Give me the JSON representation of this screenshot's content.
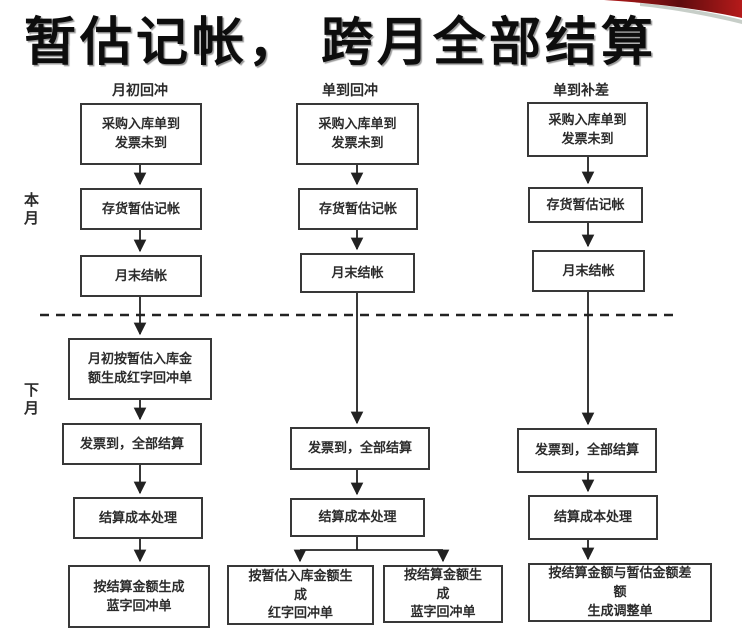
{
  "title": "暂估记帐， 跨月全部结算",
  "side_labels": {
    "this_month": "本月",
    "next_month": "下月"
  },
  "columns": [
    {
      "header": "月初回冲",
      "boxes": [
        "采购入库单到\n发票未到",
        "存货暂估记帐",
        "月末结帐",
        "月初按暂估入库金\n额生成红字回冲单",
        "发票到，全部结算",
        "结算成本处理",
        "按结算金额生成\n蓝字回冲单"
      ]
    },
    {
      "header": "单到回冲",
      "boxes": [
        "采购入库单到\n发票未到",
        "存货暂估记帐",
        "月末结帐",
        "发票到，全部结算",
        "结算成本处理",
        "按暂估入库金额生\n成\n红字回冲单",
        "按结算金额生\n成\n蓝字回冲单"
      ]
    },
    {
      "header": "单到补差",
      "boxes": [
        "采购入库单到\n发票未到",
        "存货暂估记帐",
        "月末结帐",
        "发票到，全部结算",
        "结算成本处理",
        "按结算金额与暂估金额差\n额\n生成调整单"
      ]
    }
  ],
  "colors": {
    "text": "#222222",
    "box_border": "#383838",
    "connector": "#222222",
    "swoosh_dark": "#5f0c0e",
    "swoosh_red": "#b51a1a",
    "swoosh_highlight": "#b9c2ba"
  }
}
